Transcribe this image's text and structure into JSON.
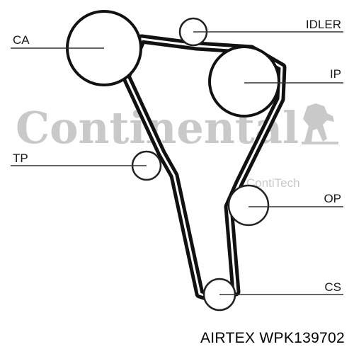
{
  "watermark": {
    "brand": "Continental",
    "sub_brand": "ContiTech"
  },
  "pulleys": [
    {
      "id": "CA",
      "label": "CA"
    },
    {
      "id": "IDLER",
      "label": "IDLER"
    },
    {
      "id": "IP",
      "label": "IP"
    },
    {
      "id": "TP",
      "label": "TP"
    },
    {
      "id": "OP",
      "label": "OP"
    },
    {
      "id": "CS",
      "label": "CS"
    }
  ],
  "caption": "AIRTEX WPK139702",
  "colors": {
    "belt": "#111111",
    "pulley_outline": "#222222",
    "leader_line": "#333333",
    "watermark": "#c9c9c9"
  }
}
